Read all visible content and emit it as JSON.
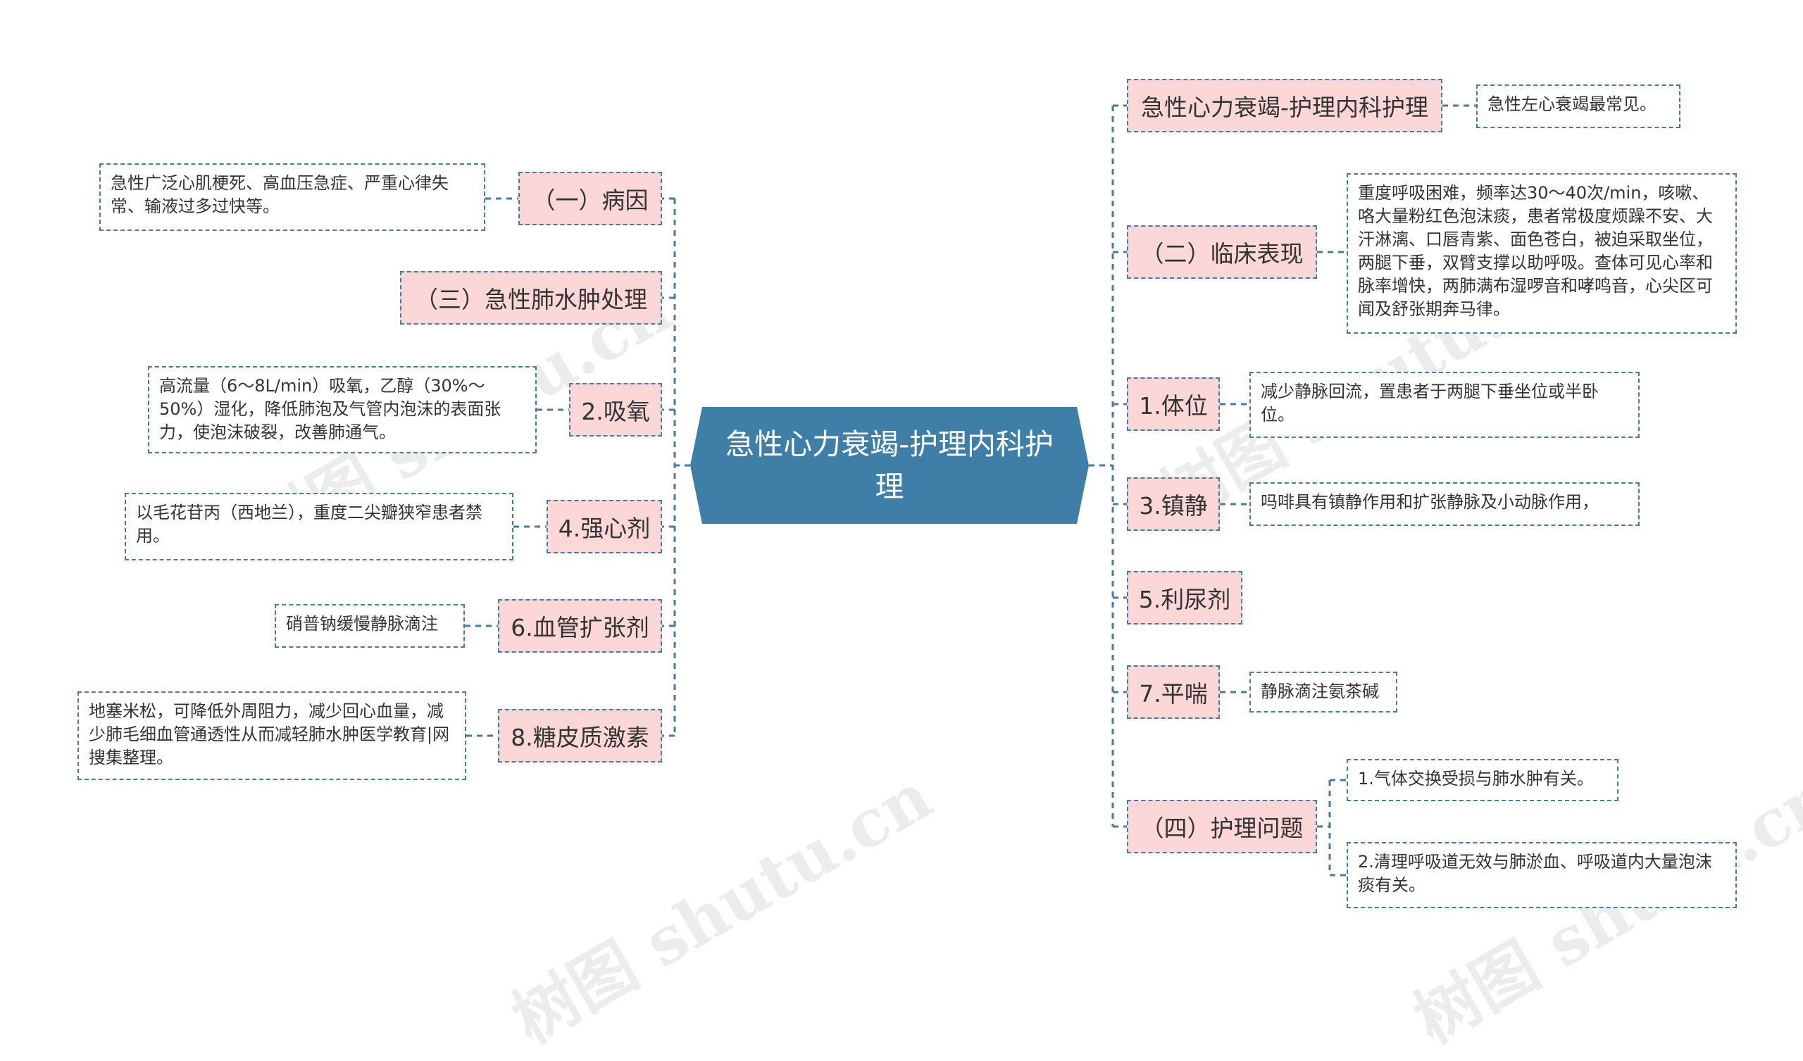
{
  "root": {
    "label": "急性心力衰竭-护理内科护理"
  },
  "left_branches": [
    {
      "label": "（一）病因",
      "detail": "急性广泛心肌梗死、高血压急症、严重心律失常、输液过多过快等。"
    },
    {
      "label": "（三）急性肺水肿处理",
      "detail": ""
    },
    {
      "label": "2.吸氧",
      "detail": "高流量（6～8L/min）吸氧，乙醇（30%～50%）湿化，降低肺泡及气管内泡沫的表面张力，使泡沫破裂，改善肺通气。"
    },
    {
      "label": "4.强心剂",
      "detail": "以毛花苷丙（西地兰），重度二尖瓣狭窄患者禁用。"
    },
    {
      "label": "6.血管扩张剂",
      "detail": "硝普钠缓慢静脉滴注"
    },
    {
      "label": "8.糖皮质激素",
      "detail": "地塞米松，可降低外周阻力，减少回心血量，减少肺毛细血管通透性从而减轻肺水肿医学教育|网搜集整理。"
    }
  ],
  "right_branches": [
    {
      "label": "急性心力衰竭-护理内科护理",
      "details": [
        "急性左心衰竭最常见。"
      ]
    },
    {
      "label": "（二）临床表现",
      "details": [
        "重度呼吸困难，频率达30～40次/min，咳嗽、咯大量粉红色泡沫痰，患者常极度烦躁不安、大汗淋漓、口唇青紫、面色苍白，被迫采取坐位，两腿下垂，双臂支撑以助呼吸。查体可见心率和脉率增快，两肺满布湿啰音和哮鸣音，心尖区可闻及舒张期奔马律。"
      ]
    },
    {
      "label": "1.体位",
      "details": [
        "减少静脉回流，置患者于两腿下垂坐位或半卧位。"
      ]
    },
    {
      "label": "3.镇静",
      "details": [
        "吗啡具有镇静作用和扩张静脉及小动脉作用，"
      ]
    },
    {
      "label": "5.利尿剂",
      "details": []
    },
    {
      "label": "7.平喘",
      "details": [
        "静脉滴注氨茶碱"
      ]
    },
    {
      "label": "（四）护理问题",
      "details": [
        "1.气体交换受损与肺水肿有关。",
        "2.清理呼吸道无效与肺淤血、呼吸道内大量泡沫痰有关。"
      ]
    }
  ],
  "watermark": "树图 shutu.cn",
  "colors": {
    "root_fill": "#3f7ea6",
    "branch_fill": "#fbd7d7",
    "border": "#4a7a9c",
    "text": "#333333"
  }
}
